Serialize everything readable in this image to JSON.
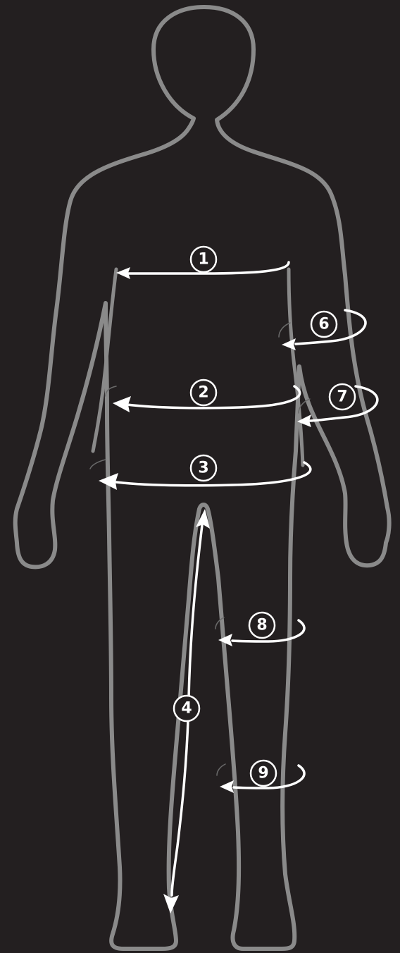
{
  "measurements": [
    {
      "id": "chest",
      "label": "1"
    },
    {
      "id": "waist",
      "label": "2"
    },
    {
      "id": "hips",
      "label": "3"
    },
    {
      "id": "inseam",
      "label": "4"
    },
    {
      "id": "upper-arm",
      "label": "6"
    },
    {
      "id": "forearm",
      "label": "7"
    },
    {
      "id": "thigh",
      "label": "8"
    },
    {
      "id": "calf",
      "label": "9"
    }
  ],
  "colors": {
    "background": "#231f20",
    "outline": "#8a8a8a",
    "arrow": "#ffffff"
  }
}
